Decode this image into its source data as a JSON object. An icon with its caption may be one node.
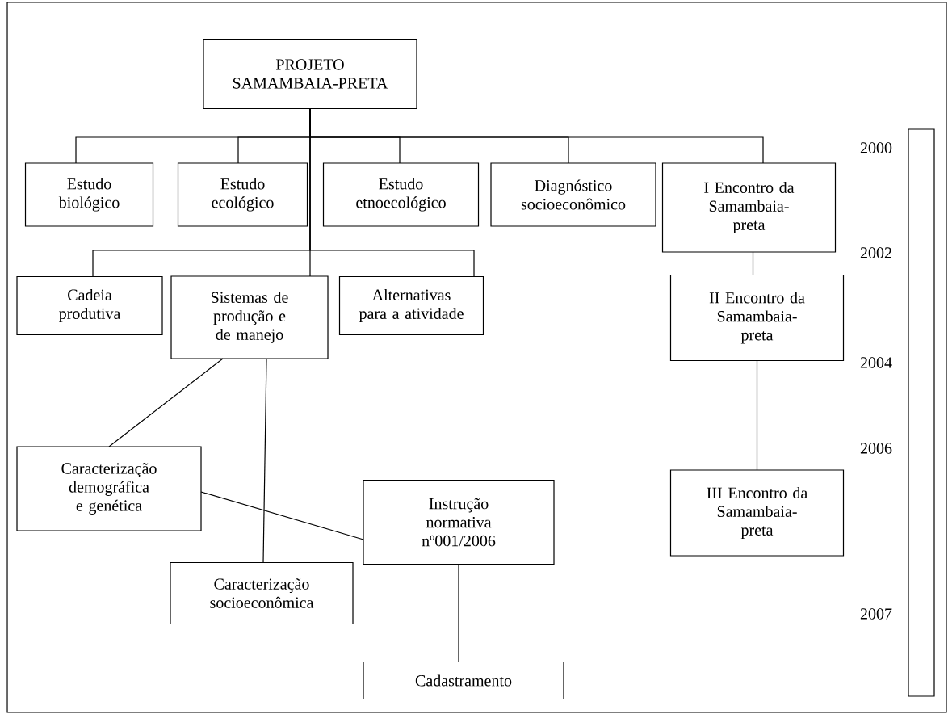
{
  "diagram": {
    "nodes": [
      {
        "text": [
          "PROJETO SAMAMBAIA-PRETA"
        ]
      },
      {
        "text": [
          "Estudo biológico"
        ]
      },
      {
        "text": [
          "Estudo ecológico"
        ]
      },
      {
        "text": [
          "Estudo etnoecológico"
        ]
      },
      {
        "text": [
          "Diagnóstico socioeconômico"
        ]
      },
      {
        "text": [
          "I Encontro da Samambaia-preta"
        ]
      },
      {
        "text": [
          "Cadeia produtiva"
        ]
      },
      {
        "text": [
          "Sistemas de produção e de manejo"
        ]
      },
      {
        "text": [
          "Alternativas para a atividade"
        ]
      },
      {
        "text": [
          "II Encontro da Samambaia-preta"
        ]
      },
      {
        "text": [
          "Caracterização demográfica e genética"
        ]
      },
      {
        "text": [
          "Instrução normativa nº001/2006"
        ]
      },
      {
        "text": [
          "III Encontro da Samambaia-preta"
        ]
      },
      {
        "text": [
          "Caracterização socioeconômica"
        ]
      },
      {
        "text": [
          "Cadastramento"
        ]
      },
      {
        "text": [],
        "shape": "bar"
      }
    ],
    "edges": [
      {
        "from": 0,
        "to": 1,
        "arrow": "none"
      },
      {
        "from": 0,
        "to": 2,
        "arrow": "none"
      },
      {
        "from": 0,
        "to": 3,
        "arrow": "none"
      },
      {
        "from": 0,
        "to": 4,
        "arrow": "none"
      },
      {
        "from": 0,
        "to": 5,
        "arrow": "none"
      },
      {
        "from": 0,
        "to": 6,
        "arrow": "none"
      },
      {
        "from": 0,
        "to": 7,
        "arrow": "none"
      },
      {
        "from": 0,
        "to": 8,
        "arrow": "none"
      },
      {
        "from": 5,
        "to": 9,
        "arrow": "none"
      },
      {
        "from": 9,
        "to": 12,
        "arrow": "none"
      },
      {
        "from": 7,
        "to": 10,
        "arrow": "none"
      },
      {
        "from": 7,
        "to": 13,
        "arrow": "none"
      },
      {
        "from": 10,
        "to": 11,
        "arrow": "none"
      },
      {
        "from": 11,
        "to": 14,
        "arrow": "none"
      }
    ],
    "labels": [
      "2000",
      "2002",
      "2004",
      "2006",
      "2007"
    ]
  }
}
